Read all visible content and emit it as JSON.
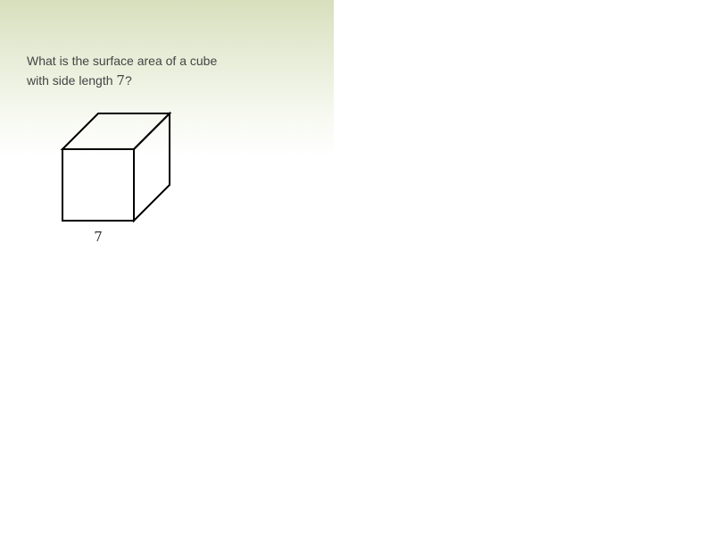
{
  "question": {
    "prefix": "What is the surface area of a cube with side length ",
    "value": "7",
    "suffix": "?"
  },
  "diagram": {
    "shape": "cube",
    "side_label": "7",
    "stroke_color": "#000000"
  }
}
